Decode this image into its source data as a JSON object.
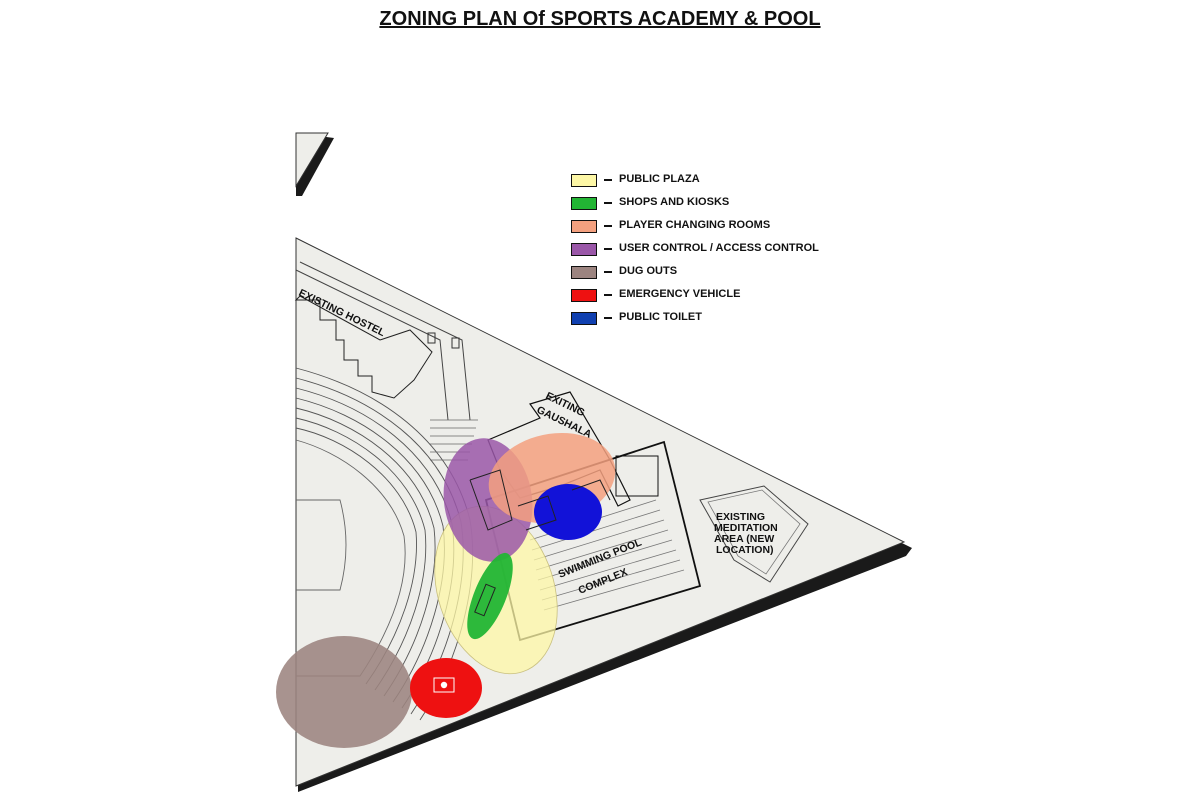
{
  "title": "ZONING  PLAN  Of  SPORTS ACADEMY & POOL",
  "legend": [
    {
      "label": "PUBLIC PLAZA",
      "color": "#fdf7a6"
    },
    {
      "label": "SHOPS AND KIOSKS",
      "color": "#22b534"
    },
    {
      "label": "PLAYER CHANGING ROOMS",
      "color": "#f3a07f"
    },
    {
      "label": "USER CONTROL / ACCESS CONTROL",
      "color": "#9a57a8"
    },
    {
      "label": "DUG OUTS",
      "color": "#9c8480"
    },
    {
      "label": "EMERGENCY VEHICLE",
      "color": "#ee1111"
    },
    {
      "label": "PUBLIC TOILET",
      "color": "#1040b0"
    }
  ],
  "plan_labels": {
    "hostel": "EXISTING HOSTEL",
    "gaushala_1": "EXITING",
    "gaushala_2": "GAUSHALA",
    "pool_1": "SWIMMING POOL",
    "pool_2": "COMPLEX",
    "meditation_1": "EXISTING",
    "meditation_2": "MEDITATION",
    "meditation_3": "AREA (NEW",
    "meditation_4": "LOCATION)"
  }
}
